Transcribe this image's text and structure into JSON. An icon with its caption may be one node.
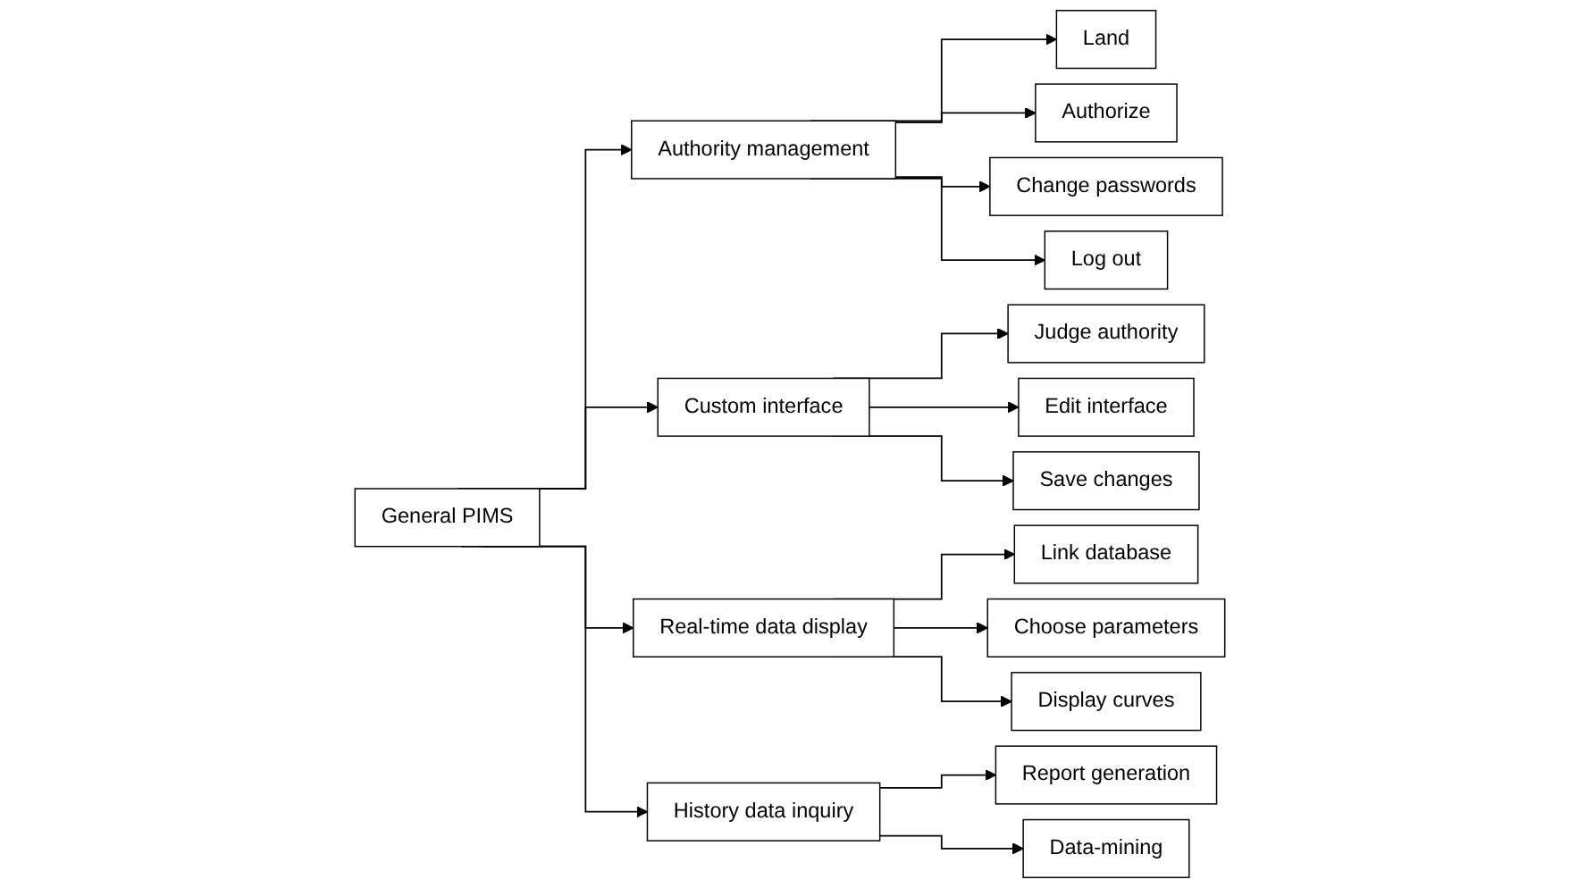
{
  "diagram": {
    "nodes": [
      {
        "text": [
          "General PIMS"
        ]
      },
      {
        "text": [
          "Authority management"
        ]
      },
      {
        "text": [
          "Land"
        ]
      },
      {
        "text": [
          "Authorize"
        ]
      },
      {
        "text": [
          "Change passwords"
        ]
      },
      {
        "text": [
          "Log out"
        ]
      },
      {
        "text": [
          "Custom interface"
        ]
      },
      {
        "text": [
          "Judge authority"
        ]
      },
      {
        "text": [
          "Edit interface"
        ]
      },
      {
        "text": [
          "Save changes"
        ]
      },
      {
        "text": [
          "Real-time data display"
        ]
      },
      {
        "text": [
          "Link database"
        ]
      },
      {
        "text": [
          "Choose parameters"
        ]
      },
      {
        "text": [
          "Display curves"
        ]
      },
      {
        "text": [
          "History data inquiry"
        ]
      },
      {
        "text": [
          "Report generation"
        ]
      },
      {
        "text": [
          "Data-mining"
        ]
      }
    ],
    "edges": [
      {
        "from": 0,
        "to": 1,
        "arrow": "to"
      },
      {
        "from": 0,
        "to": 6,
        "arrow": "to"
      },
      {
        "from": 0,
        "to": 10,
        "arrow": "to"
      },
      {
        "from": 0,
        "to": 14,
        "arrow": "to"
      },
      {
        "from": 1,
        "to": 2,
        "arrow": "to"
      },
      {
        "from": 1,
        "to": 3,
        "arrow": "to"
      },
      {
        "from": 1,
        "to": 4,
        "arrow": "to"
      },
      {
        "from": 1,
        "to": 5,
        "arrow": "to"
      },
      {
        "from": 6,
        "to": 7,
        "arrow": "to"
      },
      {
        "from": 6,
        "to": 8,
        "arrow": "to"
      },
      {
        "from": 6,
        "to": 9,
        "arrow": "to"
      },
      {
        "from": 10,
        "to": 11,
        "arrow": "to"
      },
      {
        "from": 10,
        "to": 12,
        "arrow": "to"
      },
      {
        "from": 10,
        "to": 13,
        "arrow": "to"
      },
      {
        "from": 14,
        "to": 15,
        "arrow": "to"
      },
      {
        "from": 14,
        "to": 16,
        "arrow": "to"
      }
    ]
  }
}
